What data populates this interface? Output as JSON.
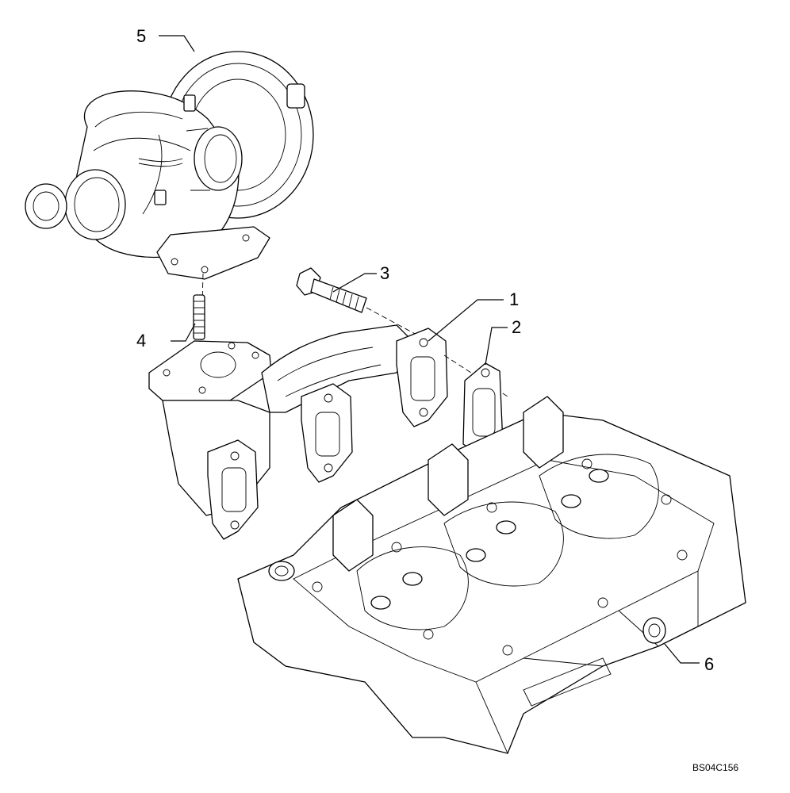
{
  "callouts": {
    "c1": "1",
    "c2": "2",
    "c3": "3",
    "c4": "4",
    "c5": "5",
    "c6": "6"
  },
  "reference_code": "BS04C156"
}
